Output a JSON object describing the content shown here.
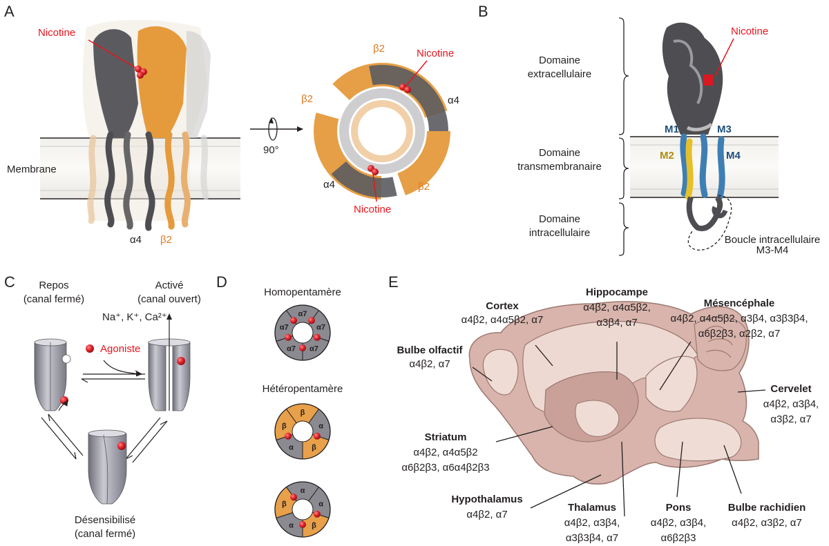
{
  "panels": {
    "a": "A",
    "b": "B",
    "c": "C",
    "d": "D",
    "e": "E"
  },
  "panel_a": {
    "nicotine": "Nicotine",
    "membrane": "Membrane",
    "alpha4": "α4",
    "beta2": "β2",
    "rotation": "90°",
    "top_view": {
      "beta2_top": "β2",
      "nicotine_top": "Nicotine",
      "beta2_left": "β2",
      "alpha4_right": "α4",
      "alpha4_bottom": "α4",
      "beta2_bottom": "β2",
      "nicotine_bottom": "Nicotine"
    }
  },
  "panel_b": {
    "nicotine": "Nicotine",
    "extracellular": [
      "Domaine",
      "extracellulaire"
    ],
    "transmembrane": [
      "Domaine",
      "transmembranaire"
    ],
    "intracellular": [
      "Domaine",
      "intracellulaire"
    ],
    "m1": "M1",
    "m2": "M2",
    "m3": "M3",
    "m4": "M4",
    "loop": [
      "Boucle intracellulaire",
      "M3-M4"
    ]
  },
  "panel_c": {
    "rest": [
      "Repos",
      "(canal fermé)"
    ],
    "activated": [
      "Activé",
      "(canal ouvert)"
    ],
    "ions": "Na⁺, K⁺, Ca²⁺",
    "agonist": "Agoniste",
    "desensitized": [
      "Désensibilisé",
      "(canal fermé)"
    ]
  },
  "panel_d": {
    "homo": "Homopentamère",
    "hetero": "Hétéropentamère",
    "homo_subunits": [
      "α7",
      "α7",
      "α7",
      "α7",
      "α7"
    ],
    "hetero1_subunits": [
      "β",
      "α",
      "β",
      "α",
      "β"
    ],
    "hetero2_subunits": [
      "α",
      "α",
      "β",
      "α",
      "β"
    ],
    "colors": {
      "alpha": "#8a8a90",
      "beta": "#e8a04a",
      "ligand": "#d4202a"
    }
  },
  "panel_e": {
    "cortex": {
      "name": "Cortex",
      "subtypes": [
        "α4β2, α4α5β2, α7"
      ]
    },
    "hippocampe": {
      "name": "Hippocampe",
      "subtypes": [
        "α4β2, α4α5β2,",
        "α3β4, α7"
      ]
    },
    "mesencephale": {
      "name": "Mésencéphale",
      "subtypes": [
        "α4β2, α4α5β2, α3β4, α3β3β4,",
        "α6β2β3, α2β2, α7"
      ]
    },
    "bulbe_olfactif": {
      "name": "Bulbe olfactif",
      "subtypes": [
        "α4β2, α7"
      ]
    },
    "cervelet": {
      "name": "Cervelet",
      "subtypes": [
        "α4β2, α3β4,",
        "α3β2, α7"
      ]
    },
    "striatum": {
      "name": "Striatum",
      "subtypes": [
        "α4β2, α4α5β2",
        "α6β2β3, α6α4β2β3"
      ]
    },
    "hypothalamus": {
      "name": "Hypothalamus",
      "subtypes": [
        "α4β2, α7"
      ]
    },
    "thalamus": {
      "name": "Thalamus",
      "subtypes": [
        "α4β2, α3β4,",
        "α3β3β4, α7"
      ]
    },
    "pons": {
      "name": "Pons",
      "subtypes": [
        "α4β2, α3β4,",
        "α6β2β3"
      ]
    },
    "bulbe_rachidien": {
      "name": "Bulbe rachidien",
      "subtypes": [
        "α4β2, α3β2, α7"
      ]
    }
  }
}
